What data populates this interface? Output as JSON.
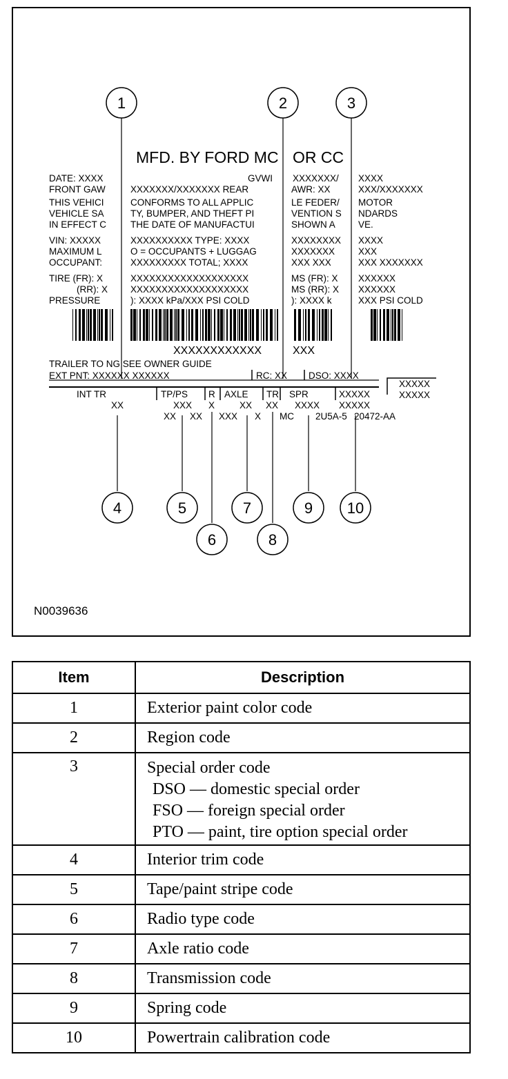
{
  "figure_id": "N0039636",
  "label": {
    "header": "MFD. BY FORD MC",
    "header_tail": "OR CC",
    "lines": [
      {
        "left": "DATE: XXXX",
        "mid": "GVWI",
        "mid2": "XXXXXXX/",
        "right": "XXXX"
      },
      {
        "left": "FRONT GAW",
        "mid": "XXXXXXX/XXXXXXX   REAR",
        "mid2": "AWR:  XX",
        "right": "XXX/XXXXXXX"
      },
      {
        "left": "THIS VEHICI",
        "mid": "CONFORMS TO ALL APPLIC",
        "mid2": "LE FEDER/",
        "right": "MOTOR"
      },
      {
        "left": "VEHICLE SA",
        "mid": "TY, BUMPER, AND THEFT PI",
        "mid2": "VENTION S",
        "right": "NDARDS"
      },
      {
        "left": "IN EFFECT C",
        "mid": "THE DATE OF MANUFACTUI",
        "mid2": "SHOWN A",
        "right": "VE."
      },
      {
        "left": "VIN: XXXXX",
        "mid": "XXXXXXXXXX  TYPE: XXXX",
        "mid2": "XXXXXXXX",
        "right": "XXXX"
      },
      {
        "left": "MAXIMUM L",
        "mid": "O = OCCUPANTS + LUGGAG",
        "mid2": "XXXXXXX",
        "right": "XXX"
      },
      {
        "left": "OCCUPANT:",
        "mid": "XXXXXXXXX  TOTAL; XXXX",
        "mid2": "XXX XXX",
        "right": "XXX XXXXXXX"
      },
      {
        "left": "TIRE (FR): X",
        "mid": "XXXXXXXXXXXXXXXXXXX",
        "mid2": "MS (FR): X",
        "right": "XXXXXX"
      },
      {
        "left": "(RR): X",
        "mid": "XXXXXXXXXXXXXXXXXXX",
        "mid2": "MS (RR): X",
        "right": "XXXXXX"
      },
      {
        "left": "PRESSURE",
        "mid": "): XXXX kPa/XXX PSI COLD",
        "mid2": "): XXXX k",
        "right": "XXX PSI COLD"
      }
    ],
    "barcode_text": "XXXXXXXXXXXX",
    "barcode_text2": "XXX",
    "trailer": "TRAILER TO     NG   SEE OWNER GUIDE",
    "ext_pnt": "EXT PNT: XXXXXX XXXXXX",
    "rc": "RC: XX",
    "dso": "DSO: XXXX",
    "side_box": [
      "XXXXX",
      "XXXXX"
    ],
    "codes_row1": [
      "INT TR",
      "TP/PS",
      "R",
      "AXLE",
      "TR",
      "SPR",
      "XXXXX"
    ],
    "codes_row2": [
      "XX",
      "XXX",
      "X",
      "XX",
      "XX",
      "XXXX",
      "XXXXX"
    ],
    "codes_row3": [
      "XX",
      "XX",
      "XXX",
      "X",
      "MC",
      "2U5A-5",
      "20472-AA"
    ]
  },
  "callouts": [
    "1",
    "2",
    "3",
    "4",
    "5",
    "6",
    "7",
    "8",
    "9",
    "10"
  ],
  "legend": {
    "headers": [
      "Item",
      "Description"
    ],
    "rows": [
      {
        "item": "1",
        "desc": "Exterior paint color code",
        "sub": []
      },
      {
        "item": "2",
        "desc": "Region code",
        "sub": []
      },
      {
        "item": "3",
        "desc": "Special order code",
        "sub": [
          "DSO — domestic special order",
          "FSO — foreign special order",
          "PTO — paint, tire option special order"
        ]
      },
      {
        "item": "4",
        "desc": "Interior trim code",
        "sub": []
      },
      {
        "item": "5",
        "desc": "Tape/paint stripe code",
        "sub": []
      },
      {
        "item": "6",
        "desc": "Radio type code",
        "sub": []
      },
      {
        "item": "7",
        "desc": "Axle ratio code",
        "sub": []
      },
      {
        "item": "8",
        "desc": "Transmission code",
        "sub": []
      },
      {
        "item": "9",
        "desc": "Spring code",
        "sub": []
      },
      {
        "item": "10",
        "desc": "Powertrain calibration code",
        "sub": []
      }
    ]
  }
}
